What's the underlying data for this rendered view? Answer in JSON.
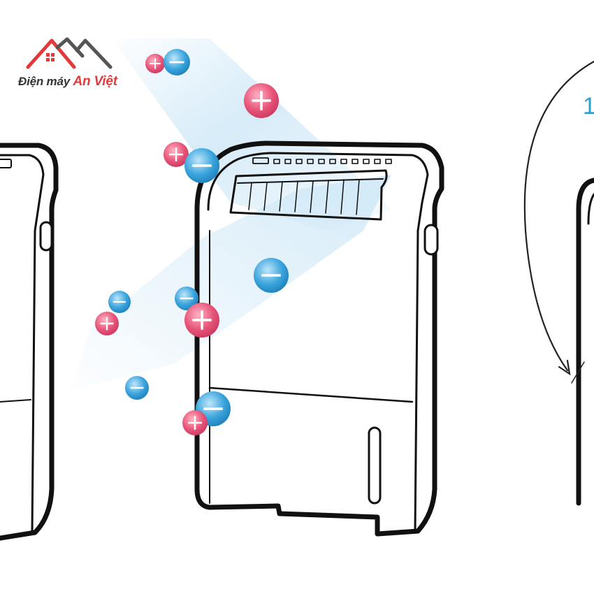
{
  "logo": {
    "text_dark": "Điện máy",
    "text_accent": "An Việt",
    "colors": {
      "dark": "#333333",
      "accent": "#e23a3a",
      "roof_red": "#e23a3a",
      "roof_grey": "#555555"
    }
  },
  "angle_label": "1",
  "colors": {
    "outline": "#111111",
    "airflow": "#cfe8f7",
    "positive_ion": "#e8557a",
    "negative_ion": "#3aa4dc",
    "angle_arrow": "#222222",
    "angle_text": "#2b9fcf"
  },
  "icons": {
    "positive": "plus-ion-icon",
    "negative": "minus-ion-icon",
    "logo": "house-roof-logo-icon"
  }
}
